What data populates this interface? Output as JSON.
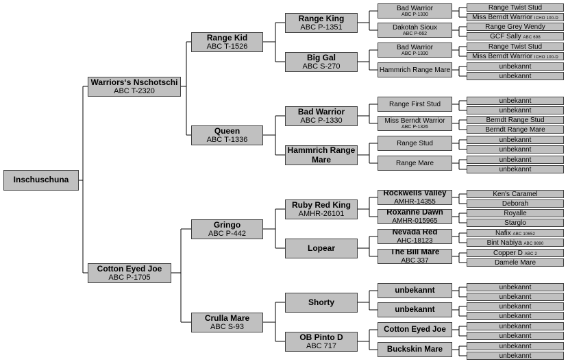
{
  "pedigree": {
    "root": {
      "name": "Inschuschuna"
    },
    "gen1": [
      {
        "name": "Warriors‘s Nschotschi",
        "reg": "ABC T-2320"
      },
      {
        "name": "Cotton Eyed Joe",
        "reg": "ABC P-1705"
      }
    ],
    "gen2": [
      {
        "name": "Range Kid",
        "reg": "ABC T-1526"
      },
      {
        "name": "Queen",
        "reg": "ABC T-1336"
      },
      {
        "name": "Gringo",
        "reg": "ABC P-442"
      },
      {
        "name": "Crulla Mare",
        "reg": "ABC S-93"
      }
    ],
    "gen3": [
      {
        "name": "Range King",
        "reg": "ABC P-1351"
      },
      {
        "name": "Big Gal",
        "reg": "ABC S-270"
      },
      {
        "name": "Bad Warrior",
        "reg": "ABC P-1330"
      },
      {
        "name": "Hammrich Range Mare",
        "reg": ""
      },
      {
        "name": "Ruby Red King",
        "reg": "AMHR-26101"
      },
      {
        "name": "Lopear",
        "reg": ""
      },
      {
        "name": "Shorty",
        "reg": ""
      },
      {
        "name": "OB Pinto D",
        "reg": "ABC 717"
      }
    ],
    "gen4": [
      {
        "name": "Bad Warrior",
        "reg": "ABC P-1330"
      },
      {
        "name": "Dakotah Sioux",
        "reg": "ABC P-662"
      },
      {
        "name": "Bad Warrior",
        "reg": "ABC P-1330"
      },
      {
        "name": "Hammrich Range Mare",
        "reg": ""
      },
      {
        "name": "Range First Stud",
        "reg": ""
      },
      {
        "name": "Miss Berndt Warrior",
        "reg": "ABC P-1326"
      },
      {
        "name": "Range Stud",
        "reg": ""
      },
      {
        "name": "Range Mare",
        "reg": ""
      },
      {
        "name": "Rockwells Valley",
        "reg": "AMHR-14355"
      },
      {
        "name": "Roxanne Dawn",
        "reg": "AMHR-015965"
      },
      {
        "name": "Nevada Red",
        "reg": "AHC-18123"
      },
      {
        "name": "The Bill Mare",
        "reg": "ABC 337"
      },
      {
        "name": "unbekannt",
        "reg": ""
      },
      {
        "name": "unbekannt",
        "reg": ""
      },
      {
        "name": "Cotton Eyed Joe",
        "reg": ""
      },
      {
        "name": "Buckskin Mare",
        "reg": ""
      }
    ],
    "gen5": [
      {
        "name": "Range Twist Stud",
        "sub": ""
      },
      {
        "name": "Miss Berndt Warrior",
        "sub": "ICHO 100-D"
      },
      {
        "name": "Range Grey Wendy",
        "sub": ""
      },
      {
        "name": "GCF Sally",
        "sub": "ABC 698"
      },
      {
        "name": "Range Twist Stud",
        "sub": ""
      },
      {
        "name": "Miss Berndt Warrior",
        "sub": "ICHO 100-D"
      },
      {
        "name": "unbekannt",
        "sub": ""
      },
      {
        "name": "unbekannt",
        "sub": ""
      },
      {
        "name": "unbekannt",
        "sub": ""
      },
      {
        "name": "unbekannt",
        "sub": ""
      },
      {
        "name": "Berndt Range Stud",
        "sub": ""
      },
      {
        "name": "Berndt Range Mare",
        "sub": ""
      },
      {
        "name": "unbekannt",
        "sub": ""
      },
      {
        "name": "unbekannt",
        "sub": ""
      },
      {
        "name": "unbekannt",
        "sub": ""
      },
      {
        "name": "unbekannt",
        "sub": ""
      },
      {
        "name": "Ken's Caramel",
        "sub": ""
      },
      {
        "name": "Deborah",
        "sub": ""
      },
      {
        "name": "Royalle",
        "sub": ""
      },
      {
        "name": "Starglo",
        "sub": ""
      },
      {
        "name": "Nafix",
        "sub": "ABC 10652"
      },
      {
        "name": "Bint Nabiya",
        "sub": "ABC 9890"
      },
      {
        "name": "Copper D",
        "sub": "ABC 2"
      },
      {
        "name": "Damele Mare",
        "sub": ""
      },
      {
        "name": "unbekannt",
        "sub": ""
      },
      {
        "name": "unbekannt",
        "sub": ""
      },
      {
        "name": "unbekannt",
        "sub": ""
      },
      {
        "name": "unbekannt",
        "sub": ""
      },
      {
        "name": "unbekannt",
        "sub": ""
      },
      {
        "name": "unbekannt",
        "sub": ""
      },
      {
        "name": "unbekannt",
        "sub": ""
      },
      {
        "name": "unbekannt",
        "sub": ""
      }
    ]
  }
}
